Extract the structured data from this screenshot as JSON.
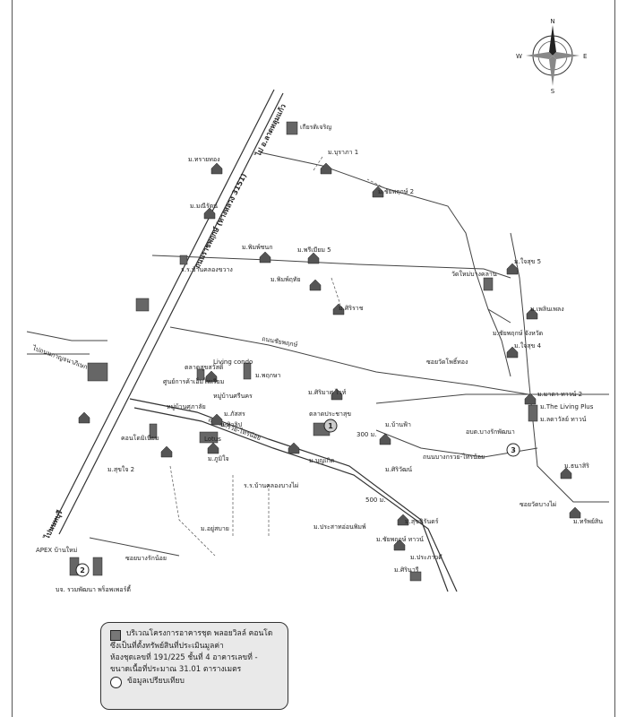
{
  "compass": {
    "n": "N",
    "s": "S",
    "e": "E",
    "w": "W",
    "icon": "compass-rose-icon"
  },
  "roads": {
    "main_highway": "ถนนราชพฤกษ์ (ทางหลวง 3151)",
    "to_north": "ไป อ.ลาดหลุมแก้ว",
    "to_south": "ไปนนทบุรี",
    "to_west": "ไปถนนกาญจนาภิเษก",
    "khlong_road": "ถนนชัยพฤกษ์",
    "road_345": "ถ.บางกรวย-ไทรน้อย"
  },
  "labels": [
    "เกียรติเจริญ",
    "ม.บุราภา 1",
    "ม.ทรายทอง",
    "ม.มณีรัตน์",
    "ม.ชัยพฤกษ์ 2",
    "ม.พิมพ์ชนก",
    "ม.พรีเมียม 5",
    "ร.ร.บ้านคลองขวาง",
    "ม.พิมพ์ฤทัย",
    "ม.ศิริราช",
    "ม.ใจสุข 5",
    "วัดใหม่บางคลาน",
    "ม.เพลินเพลง",
    "ม.ชัยพฤกษ์ จังหวัด",
    "ม.ใจสุข 4",
    "ซอยวัดโพธิ์ทอง",
    "ตลาดสุขสวัสดิ์",
    "ศูนย์การค้าเอ็มโพเรียม",
    "หมู่บ้านศรีนคร",
    "หมู่บ้านศุภาลัย",
    "ม.ภัสสร",
    "Living condo",
    "ม.พฤกษา",
    "ม.ทิวลิป",
    "คอนโดมิเนียม",
    "ม.สุขใจ 2",
    "ม.ภูมิใจ",
    "Lotus",
    "ม.บุญเกิด",
    "ม.ศิริมาศ ไวท์",
    "ตลาดประชาสุข",
    "ม.บ้านฟ้า",
    "ม.มาตา ทาวน์ 2",
    "ม.The Living Plus",
    "ม.ลดาวัลย์ ทาวน์",
    "อบต.บางรักพัฒนา",
    "ถนนบางกรวย-ไทรน้อย",
    "ซอยวัดบางไผ่",
    "ม.ธนาสิริ",
    "ม.ทรัพย์สิน",
    "ม.ศิริวัฒน์",
    "ร.ร.บ้านคลองบางไผ่",
    "ม.ประสาทอ่อนพิมพ์",
    "ม.อยู่สบาย",
    "ม.สุขนิรันดร์",
    "ม.ชัยพฤกษ์ ทาวน์",
    "ม.ประภาวดี",
    "ม.ศิรินารี",
    "APEX บ้านใหม่",
    "ซอยบางรักน้อย",
    "บจ. รวมพัฒนา พร็อพเพอร์ตี้"
  ],
  "distances": {
    "d1": "300 ม.",
    "d2": "500 ม."
  },
  "markers": {
    "m1": "1",
    "m2": "2",
    "m3": "3"
  },
  "legend": {
    "line1": "บริเวณโครงการอาคารชุด พลอยวิลล์ คอนโด",
    "line2": "ซึ่งเป็นที่ตั้งทรัพย์สินที่ประเมินมูลค่า",
    "line3": "ห้องชุดเลขที่ 191/225 ชั้นที่ 4 อาคารเลขที่ -",
    "line4": "ขนาดเนื้อที่ประมาณ 31.01 ตารางเมตร",
    "line5": "ข้อมูลเปรียบเทียบ"
  }
}
